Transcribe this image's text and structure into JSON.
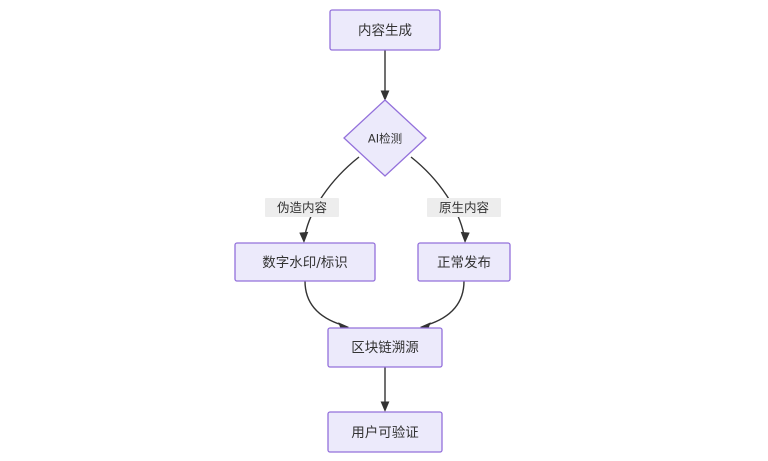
{
  "diagram": {
    "type": "flowchart",
    "direction": "top-to-bottom",
    "background_color": "#FFFFFF",
    "node_fill_color": "#ECEAFB",
    "node_border_color": "#9370DB",
    "edge_color": "#333333",
    "text_color": "#333333",
    "edge_label_background": "#EDEDED",
    "nodes": [
      {
        "id": "content-generation",
        "label": "内容生成",
        "shape": "rectangle"
      },
      {
        "id": "ai-detection",
        "label": "AI检测",
        "shape": "diamond"
      },
      {
        "id": "digital-watermark",
        "label": "数字水印/标识",
        "shape": "rectangle"
      },
      {
        "id": "normal-publish",
        "label": "正常发布",
        "shape": "rectangle"
      },
      {
        "id": "blockchain-trace",
        "label": "区块链溯源",
        "shape": "rectangle"
      },
      {
        "id": "user-verifiable",
        "label": "用户可验证",
        "shape": "rectangle"
      }
    ],
    "edges": [
      {
        "id": "edge-generation-to-detection",
        "from": "content-generation",
        "to": "ai-detection",
        "label": ""
      },
      {
        "id": "edge-detection-to-watermark",
        "from": "ai-detection",
        "to": "digital-watermark",
        "label": "伪造内容"
      },
      {
        "id": "edge-detection-to-publish",
        "from": "ai-detection",
        "to": "normal-publish",
        "label": "原生内容"
      },
      {
        "id": "edge-watermark-to-blockchain",
        "from": "digital-watermark",
        "to": "blockchain-trace",
        "label": ""
      },
      {
        "id": "edge-publish-to-blockchain",
        "from": "normal-publish",
        "to": "blockchain-trace",
        "label": ""
      },
      {
        "id": "edge-blockchain-to-user",
        "from": "blockchain-trace",
        "to": "user-verifiable",
        "label": ""
      }
    ]
  }
}
